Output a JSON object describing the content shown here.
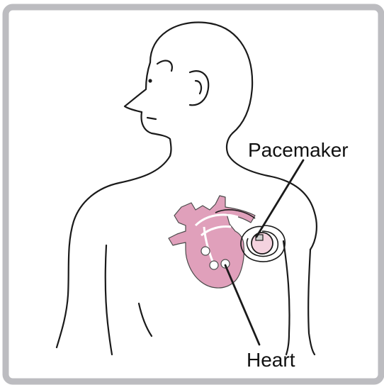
{
  "labels": {
    "pacemaker": "Pacemaker",
    "heart": "Heart"
  },
  "colors": {
    "frame_border": "#bcbcc0",
    "background": "#ffffff",
    "outline": "#1a1a1a",
    "heart_fill": "#e0a0bb",
    "pacemaker_fill": "#f4d3df"
  },
  "icons": [
    "body-outline",
    "heart-icon",
    "pacemaker-device-icon"
  ]
}
